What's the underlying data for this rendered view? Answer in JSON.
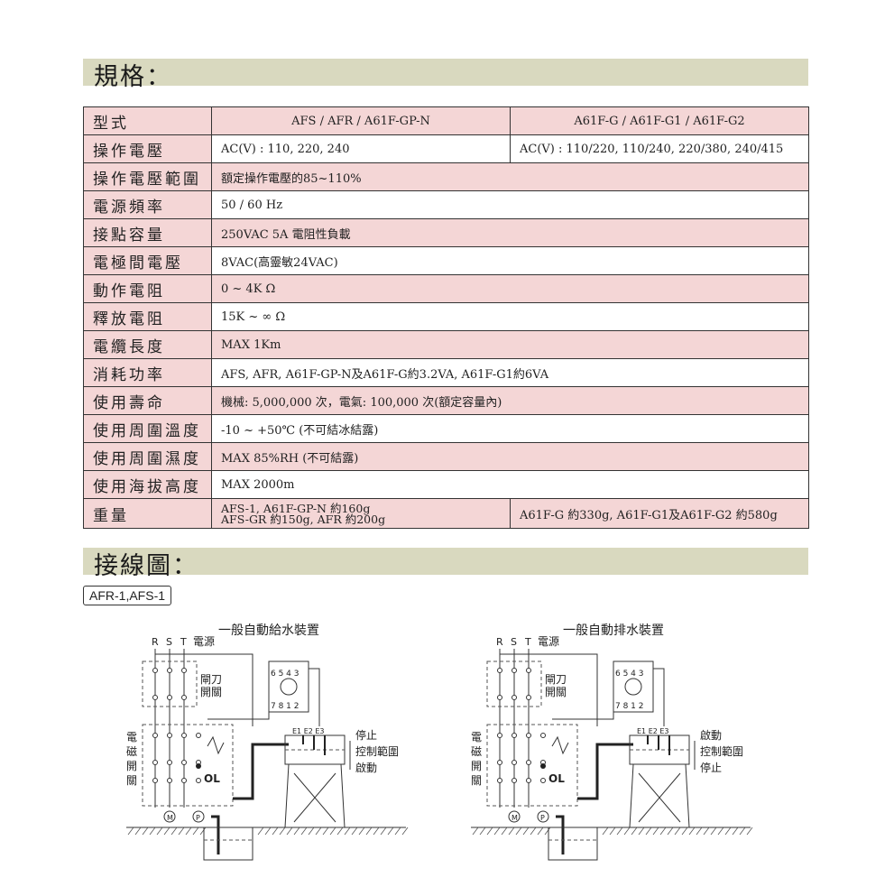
{
  "spec_section": {
    "title": "規格："
  },
  "spec_rows": [
    {
      "label": "型式",
      "values": [
        "AFS / AFR / A61F-GP-N",
        "A61F-G / A61F-G1 / A61F-G2"
      ],
      "pink": true
    },
    {
      "label": "操作電壓",
      "values": [
        "AC(V) : 110, 220, 240",
        "AC(V) : 110/220, 110/240, 220/380, 240/415"
      ],
      "pink": false
    },
    {
      "label": "操作電壓範圍",
      "values": [
        "額定操作電壓的85~110%"
      ],
      "pink": true
    },
    {
      "label": "電源頻率",
      "values": [
        "50 / 60 Hz"
      ],
      "pink": false
    },
    {
      "label": "接點容量",
      "values": [
        "250VAC 5A 電阻性負載"
      ],
      "pink": true
    },
    {
      "label": "電極間電壓",
      "values": [
        "8VAC(高靈敏24VAC)"
      ],
      "pink": false
    },
    {
      "label": "動作電阻",
      "values": [
        "0 ~ 4K Ω"
      ],
      "pink": true
    },
    {
      "label": "釋放電阻",
      "values": [
        "15K ~ ∞ Ω"
      ],
      "pink": false
    },
    {
      "label": "電纜長度",
      "values": [
        "MAX 1Km"
      ],
      "pink": true
    },
    {
      "label": "消耗功率",
      "values": [
        "AFS, AFR, A61F-GP-N及A61F-G約3.2VA, A61F-G1約6VA"
      ],
      "pink": false
    },
    {
      "label": "使用壽命",
      "values": [
        "機械: 5,000,000 次，電氣: 100,000 次(額定容量內)"
      ],
      "pink": true
    },
    {
      "label": "使用周圍溫度",
      "values": [
        "-10 ~ +50℃ (不可結冰結露)"
      ],
      "pink": false
    },
    {
      "label": "使用周圍濕度",
      "values": [
        "MAX 85%RH (不可結露)"
      ],
      "pink": true
    },
    {
      "label": "使用海拔高度",
      "values": [
        "MAX 2000m"
      ],
      "pink": false
    }
  ],
  "weight_row": {
    "label": "重量",
    "left_line1": "AFS-1, A61F-GP-N 約160g",
    "left_line2": "AFS-GR 約150g, AFR 約200g",
    "right": "A61F-G 約330g, A61F-G1及A61F-G2 約580g"
  },
  "wiring_section": {
    "title": "接線圖：",
    "model_label": "AFR-1,AFS-1"
  },
  "diagrams": [
    {
      "title": "一般自動給水裝置",
      "rst": [
        "R",
        "S",
        "T"
      ],
      "power": "電源",
      "knife": [
        "閘刀",
        "開關"
      ],
      "contactor": [
        "電",
        "磁",
        "開",
        "關"
      ],
      "ol": "OL",
      "top_terminals": "6 5 4 3",
      "bottom_terminals": "7 8   1 2",
      "electrodes": "E1 E2 E3",
      "motor": "M",
      "pump": "P",
      "levels": [
        "停止",
        "控制範圍",
        "啟動"
      ]
    },
    {
      "title": "一般自動排水裝置",
      "rst": [
        "R",
        "S",
        "T"
      ],
      "power": "電源",
      "knife": [
        "閘刀",
        "開關"
      ],
      "contactor": [
        "電",
        "磁",
        "開",
        "關"
      ],
      "ol": "OL",
      "top_terminals": "6 5 4 3",
      "bottom_terminals": "7 8   1 2",
      "electrodes": "E1 E2 E3",
      "motor": "M",
      "pump": "P",
      "levels": [
        "啟動",
        "控制範圍",
        "停止"
      ]
    }
  ]
}
